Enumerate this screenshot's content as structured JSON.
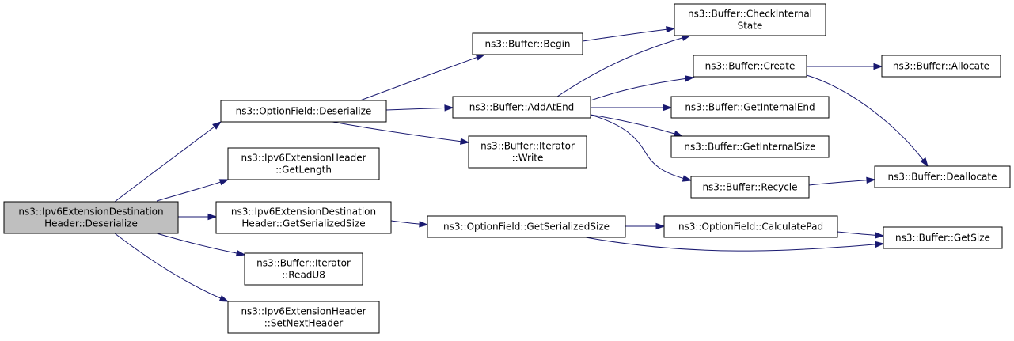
{
  "diagram": {
    "colors": {
      "edge": "#191970",
      "root_fill": "#bfbfbf",
      "node_fill": "#ffffff",
      "border": "#000000"
    },
    "nodes": [
      {
        "id": "n0",
        "lines": [
          "ns3::Ipv6ExtensionDestination",
          "Header::Deserialize"
        ],
        "root": true
      },
      {
        "id": "n1",
        "lines": [
          "ns3::OptionField::Deserialize"
        ]
      },
      {
        "id": "n2",
        "lines": [
          "ns3::Ipv6ExtensionHeader",
          "::GetLength"
        ]
      },
      {
        "id": "n3",
        "lines": [
          "ns3::Ipv6ExtensionDestination",
          "Header::GetSerializedSize"
        ]
      },
      {
        "id": "n4",
        "lines": [
          "ns3::Buffer::Iterator",
          "::ReadU8"
        ]
      },
      {
        "id": "n5",
        "lines": [
          "ns3::Ipv6ExtensionHeader",
          "::SetNextHeader"
        ]
      },
      {
        "id": "n6",
        "lines": [
          "ns3::Buffer::AddAtEnd"
        ]
      },
      {
        "id": "n7",
        "lines": [
          "ns3::Buffer::Iterator",
          "::Write"
        ]
      },
      {
        "id": "n8",
        "lines": [
          "ns3::Buffer::CheckInternal",
          "State"
        ]
      },
      {
        "id": "n9",
        "lines": [
          "ns3::Buffer::Create"
        ]
      },
      {
        "id": "n10",
        "lines": [
          "ns3::Buffer::GetInternalEnd"
        ]
      },
      {
        "id": "n11",
        "lines": [
          "ns3::Buffer::GetInternalSize"
        ]
      },
      {
        "id": "n12",
        "lines": [
          "ns3::Buffer::Recycle"
        ]
      },
      {
        "id": "n13",
        "lines": [
          "ns3::Buffer::Allocate"
        ]
      },
      {
        "id": "n14",
        "lines": [
          "ns3::Buffer::Deallocate"
        ]
      },
      {
        "id": "n15",
        "lines": [
          "ns3::OptionField::GetSerializedSize"
        ]
      },
      {
        "id": "n16",
        "lines": [
          "ns3::OptionField::CalculatePad"
        ]
      },
      {
        "id": "n17",
        "lines": [
          "ns3::Buffer::GetSize"
        ]
      },
      {
        "id": "n18",
        "lines": [
          "ns3::Buffer::Begin"
        ]
      }
    ],
    "edges": [
      {
        "from": "n0",
        "to": "n1"
      },
      {
        "from": "n0",
        "to": "n2"
      },
      {
        "from": "n0",
        "to": "n3"
      },
      {
        "from": "n0",
        "to": "n4"
      },
      {
        "from": "n0",
        "to": "n5"
      },
      {
        "from": "n1",
        "to": "n18"
      },
      {
        "from": "n1",
        "to": "n6"
      },
      {
        "from": "n1",
        "to": "n7"
      },
      {
        "from": "n18",
        "to": "n8"
      },
      {
        "from": "n6",
        "to": "n8"
      },
      {
        "from": "n6",
        "to": "n9"
      },
      {
        "from": "n6",
        "to": "n10"
      },
      {
        "from": "n6",
        "to": "n11"
      },
      {
        "from": "n6",
        "to": "n12"
      },
      {
        "from": "n9",
        "to": "n13"
      },
      {
        "from": "n9",
        "to": "n14"
      },
      {
        "from": "n12",
        "to": "n14"
      },
      {
        "from": "n3",
        "to": "n15"
      },
      {
        "from": "n15",
        "to": "n16"
      },
      {
        "from": "n15",
        "to": "n17"
      },
      {
        "from": "n16",
        "to": "n17"
      }
    ]
  }
}
